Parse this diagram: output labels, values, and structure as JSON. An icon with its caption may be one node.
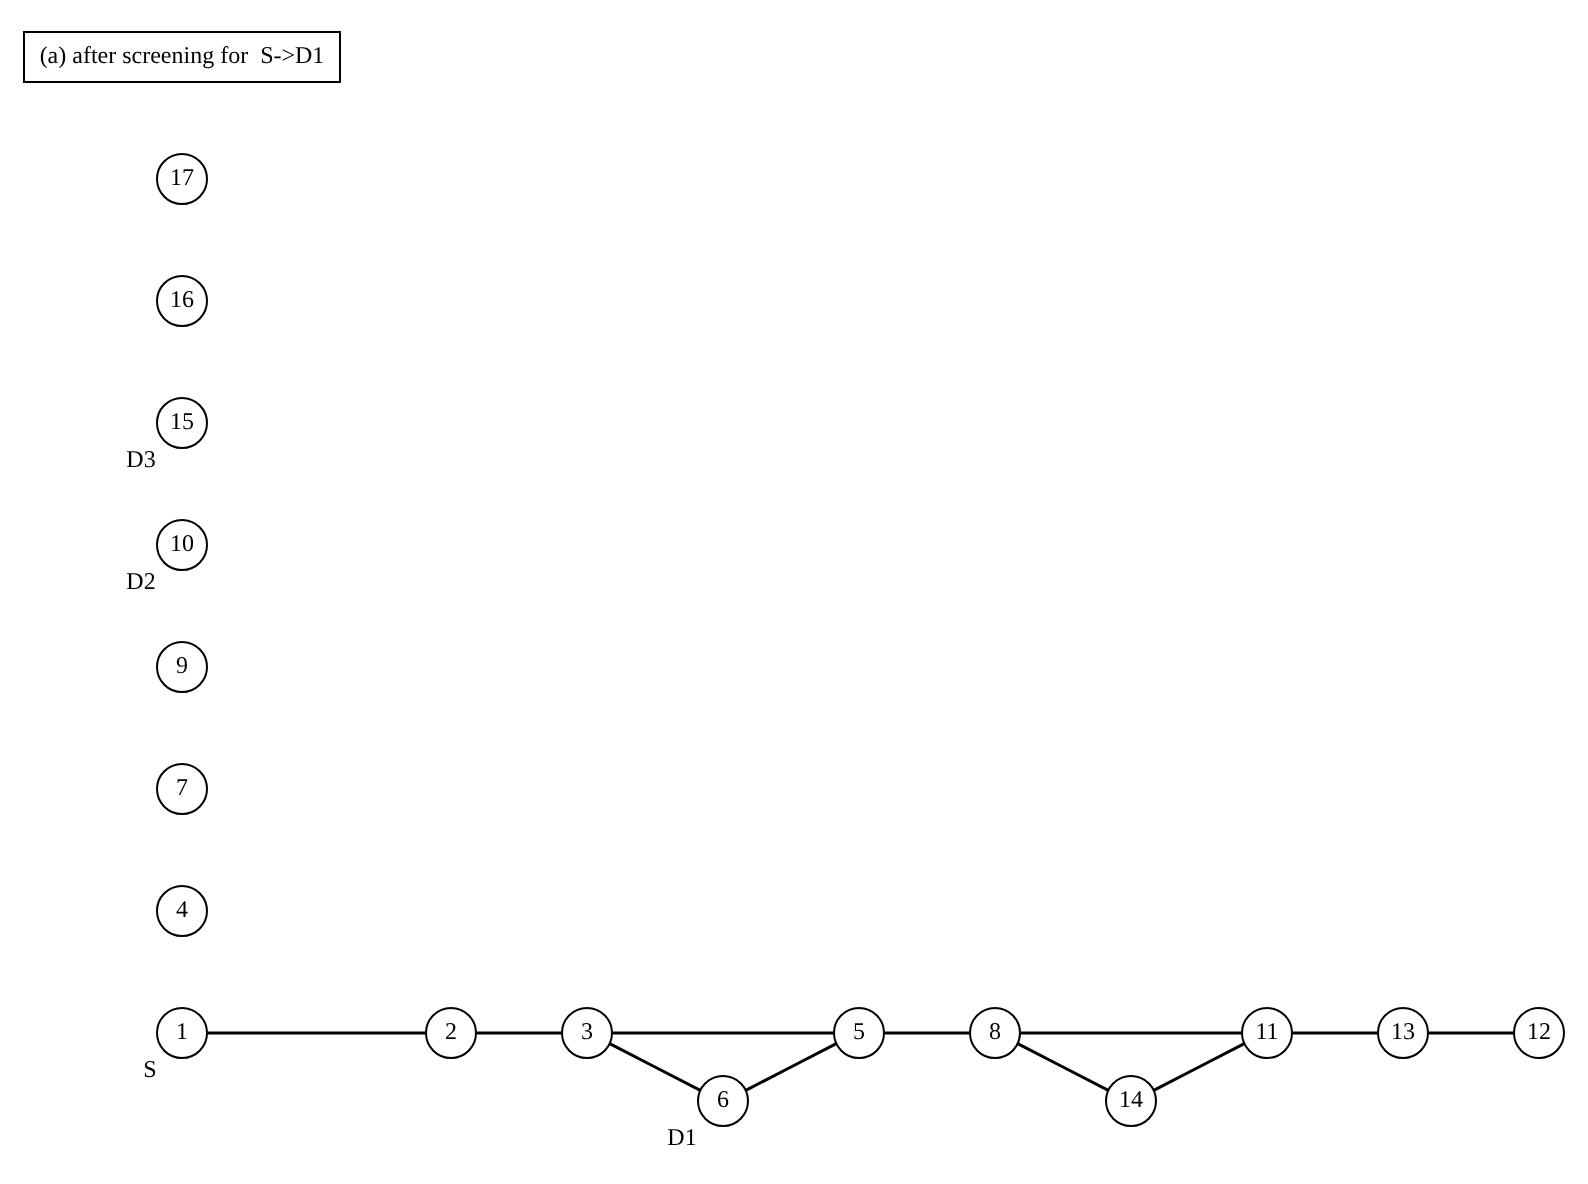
{
  "diagram": {
    "nodes": [
      {
        "text": [
          "1"
        ],
        "beside": [
          "S"
        ]
      },
      {
        "text": [
          "2"
        ]
      },
      {
        "text": [
          "3"
        ]
      },
      {
        "text": [
          "4"
        ]
      },
      {
        "text": [
          "5"
        ]
      },
      {
        "text": [
          "6"
        ],
        "beside": [
          "D1"
        ]
      },
      {
        "text": [
          "7"
        ]
      },
      {
        "text": [
          "8"
        ]
      },
      {
        "text": [
          "9"
        ]
      },
      {
        "text": [
          "10"
        ],
        "beside": [
          "D2"
        ]
      },
      {
        "text": [
          "11"
        ]
      },
      {
        "text": [
          "12"
        ]
      },
      {
        "text": [
          "13"
        ]
      },
      {
        "text": [
          "14"
        ]
      },
      {
        "text": [
          "15"
        ],
        "beside": [
          "D3"
        ]
      },
      {
        "text": [
          "16"
        ]
      },
      {
        "text": [
          "17"
        ]
      },
      {
        "text": [
          "(a) after screening for  S->D1"
        ]
      }
    ],
    "edges": [
      {
        "from": 0,
        "to": 1,
        "arrow": "none"
      },
      {
        "from": 1,
        "to": 2,
        "arrow": "none"
      },
      {
        "from": 2,
        "to": 5,
        "arrow": "none"
      },
      {
        "from": 2,
        "to": 4,
        "arrow": "none"
      },
      {
        "from": 5,
        "to": 4,
        "arrow": "none"
      },
      {
        "from": 4,
        "to": 7,
        "arrow": "none"
      },
      {
        "from": 7,
        "to": 13,
        "arrow": "none"
      },
      {
        "from": 7,
        "to": 10,
        "arrow": "none"
      },
      {
        "from": 13,
        "to": 10,
        "arrow": "none"
      },
      {
        "from": 10,
        "to": 12,
        "arrow": "none"
      },
      {
        "from": 12,
        "to": 11,
        "arrow": "none"
      }
    ]
  }
}
